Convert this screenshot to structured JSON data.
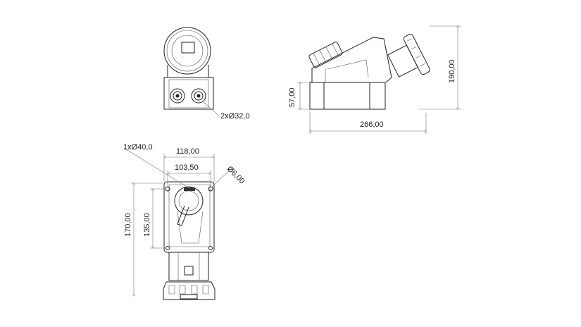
{
  "front_view": {
    "holes_label": "2xØ32,0"
  },
  "side_view": {
    "base_height": "57,00",
    "total_height": "190,00",
    "total_length": "266,00"
  },
  "bottom_view": {
    "entry_label": "1xØ40,0",
    "outer_width": "118,00",
    "hole_spacing_width": "103,50",
    "mount_hole": "Ø6,00",
    "total_height": "170,00",
    "hole_spacing_height": "135,00"
  }
}
